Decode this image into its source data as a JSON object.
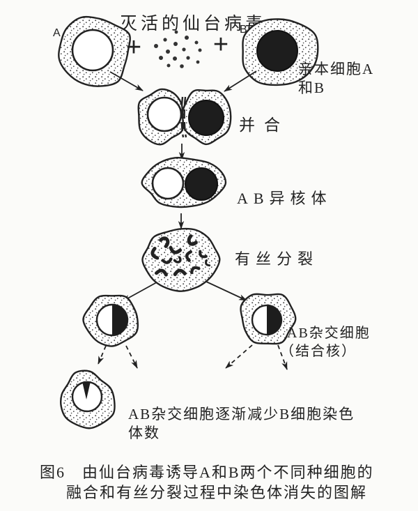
{
  "figure": {
    "title": "灭活的仙台病毒",
    "cell_a_letter": "A",
    "cell_b_letter": "B",
    "plus": "+",
    "labels": {
      "parents_line1": "亲本细胞A",
      "parents_line2": "和B",
      "fusion": "并合",
      "heterokaryon": "AB异核体",
      "mitosis": "有丝分裂",
      "hybrid_line1": "AB杂交细胞",
      "hybrid_line2": "（结合核）",
      "chromosome_loss_line1": "AB杂交细胞逐渐减少B细胞染色",
      "chromosome_loss_line2": "体数"
    },
    "caption": {
      "line1": "图6　由仙台病毒诱导A和B两个不同种细胞的",
      "line2": "融合和有丝分裂过程中染色体消失的图解"
    },
    "colors": {
      "ink": "#222222",
      "paper": "#fbfbf9"
    }
  }
}
